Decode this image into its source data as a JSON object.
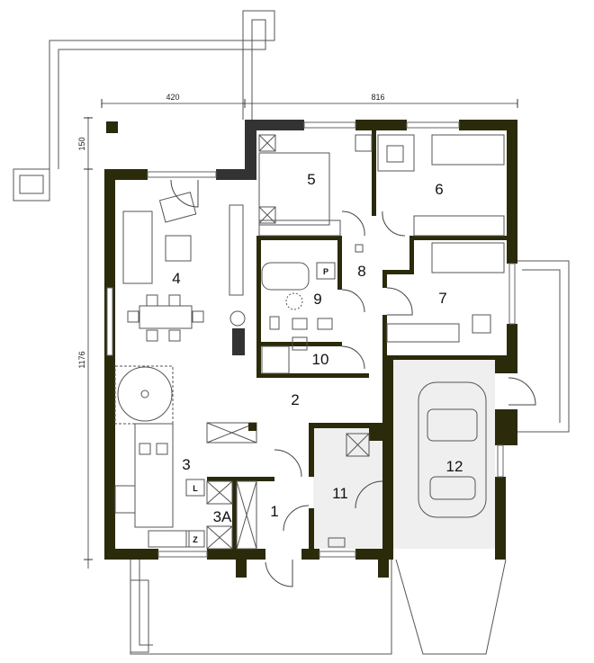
{
  "dimensions": {
    "top_left": "420",
    "top_right": "816",
    "left_small": "150",
    "left_total": "1176"
  },
  "rooms": [
    {
      "id": "1"
    },
    {
      "id": "2"
    },
    {
      "id": "3"
    },
    {
      "id": "3A"
    },
    {
      "id": "4"
    },
    {
      "id": "5"
    },
    {
      "id": "6"
    },
    {
      "id": "7"
    },
    {
      "id": "8"
    },
    {
      "id": "9"
    },
    {
      "id": "10"
    },
    {
      "id": "11"
    },
    {
      "id": "12"
    }
  ],
  "fixtures": {
    "pantry_l": "L",
    "pantry_z": "Z",
    "bath_p": "P"
  },
  "colors": {
    "wall": "#2b2a0a",
    "garage_floor": "#efefef",
    "utility_floor": "#efefef"
  }
}
